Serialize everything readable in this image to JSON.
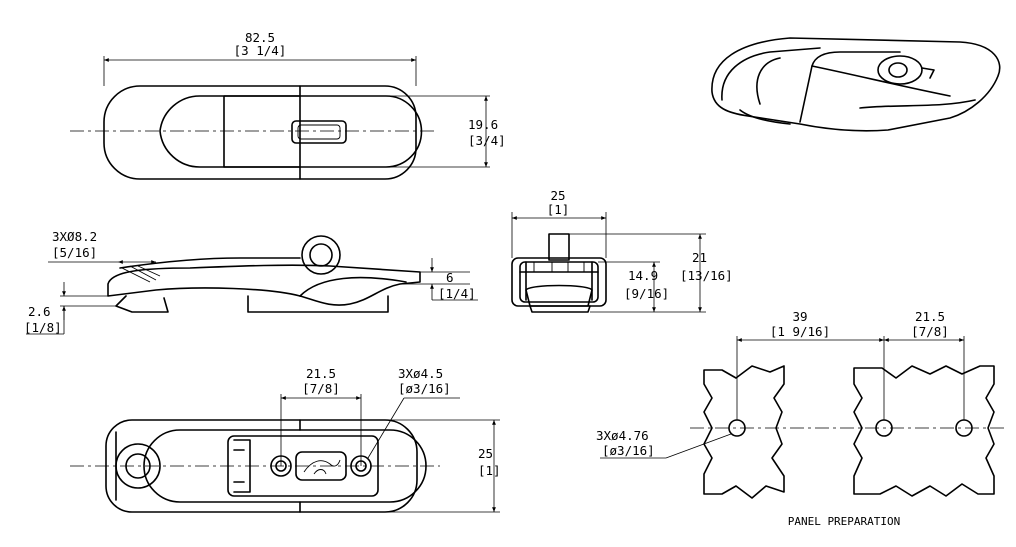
{
  "top_view": {
    "width": "82.5",
    "width_in": "[3 1/4]",
    "height": "19.6",
    "height_in": "[3/4]"
  },
  "side_view": {
    "hole": "3XØ8.2",
    "hole_in": "[5/16]",
    "offset": "2.6",
    "offset_in": "[1/8]",
    "height": "6",
    "height_in": "[1/4]"
  },
  "end_view": {
    "width": "25",
    "width_in": "[1]",
    "height_a": "21",
    "height_a_in": "[13/16]",
    "height_b": "14.9",
    "height_b_in": "[9/16]"
  },
  "bottom_view": {
    "spacing": "21.5",
    "spacing_in": "[7/8]",
    "hole": "3Xø4.5",
    "hole_in": "[ø3/16]",
    "height": "25",
    "height_in": "[1]"
  },
  "panel": {
    "spacing_a": "39",
    "spacing_a_in": "[1 9/16]",
    "spacing_b": "21.5",
    "spacing_b_in": "[7/8]",
    "hole": "3Xø4.76",
    "hole_in": "[ø3/16]",
    "caption": "PANEL PREPARATION"
  }
}
